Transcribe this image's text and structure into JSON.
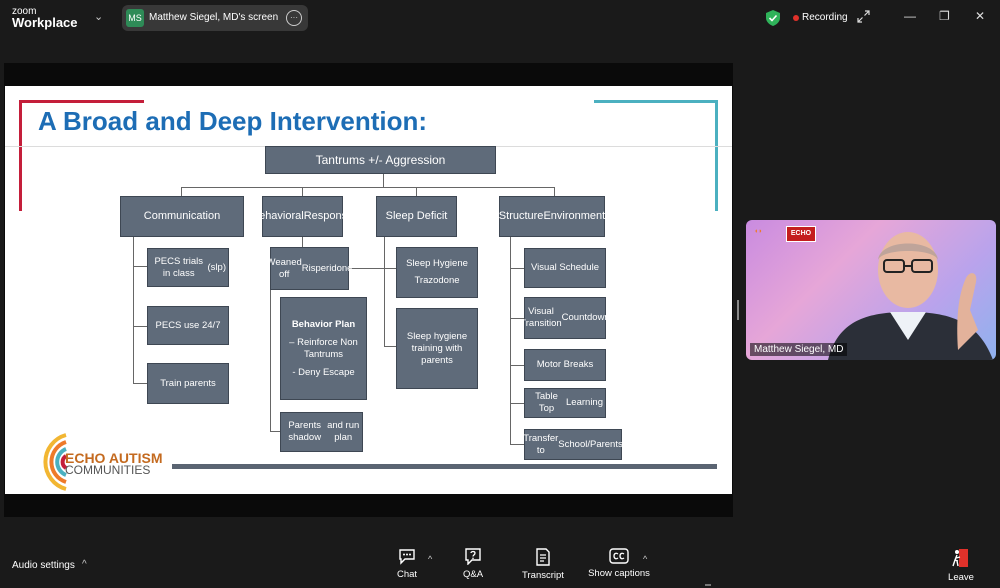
{
  "topbar": {
    "logo_line1": "zoom",
    "logo_line2": "Workplace",
    "share_avatar": "MS",
    "share_title": "Matthew Siegel, MD's screen",
    "recording_label": "Recording",
    "more_glyph": "···",
    "chevron_glyph": "⌄",
    "min_glyph": "—",
    "max_glyph": "❐",
    "close_glyph": "✕"
  },
  "slide": {
    "title": "A Broad and Deep Intervention:",
    "top_box": "Tantrums +/- Aggression",
    "headers": {
      "communication": "Communication",
      "behavioral": [
        "Behavioral",
        "Response"
      ],
      "sleep": "Sleep Deficit",
      "structure": [
        "Structure",
        "Environment"
      ]
    },
    "communication_items": [
      [
        "PECS trials in class",
        "(slp)"
      ],
      [
        "PECS use 24/7"
      ],
      [
        "Train parents"
      ]
    ],
    "behavioral_items": {
      "weaned": [
        "Weaned off",
        "Risperidone"
      ],
      "plan_title": "Behavior Plan",
      "plan_lines": [
        "– Reinforce Non",
        "Tantrums",
        "- Deny Escape"
      ],
      "shadow": [
        "Parents shadow",
        "and run plan"
      ]
    },
    "sleep_items": {
      "hygiene": [
        "Sleep Hygiene",
        "Trazodone"
      ],
      "training": [
        "Sleep hygiene",
        "training with",
        "parents"
      ]
    },
    "structure_items": [
      [
        "Visual Schedule"
      ],
      [
        "Visual Transition",
        "Countdown"
      ],
      [
        "Motor Breaks"
      ],
      [
        "Table Top",
        "Learning"
      ],
      [
        "Transfer to",
        "School/Parents"
      ]
    ],
    "logo_text1": "ECHO AUTISM",
    "logo_text2": "COMMUNITIES"
  },
  "video": {
    "name": "Matthew Siegel, MD",
    "badge": "ECHO"
  },
  "toolbar": {
    "audio_settings": "Audio settings",
    "chat": "Chat",
    "qa": "Q&A",
    "transcript": "Transcript",
    "captions": "Show captions",
    "leave": "Leave",
    "caret_glyph": "^"
  },
  "colors": {
    "title_blue": "#1d6db5",
    "box_fill": "#5f6b7a",
    "accent_red": "#c41e3a",
    "accent_teal": "#4bb0c0",
    "recording_red": "#e0312a",
    "shield_green": "#2fb35a"
  }
}
